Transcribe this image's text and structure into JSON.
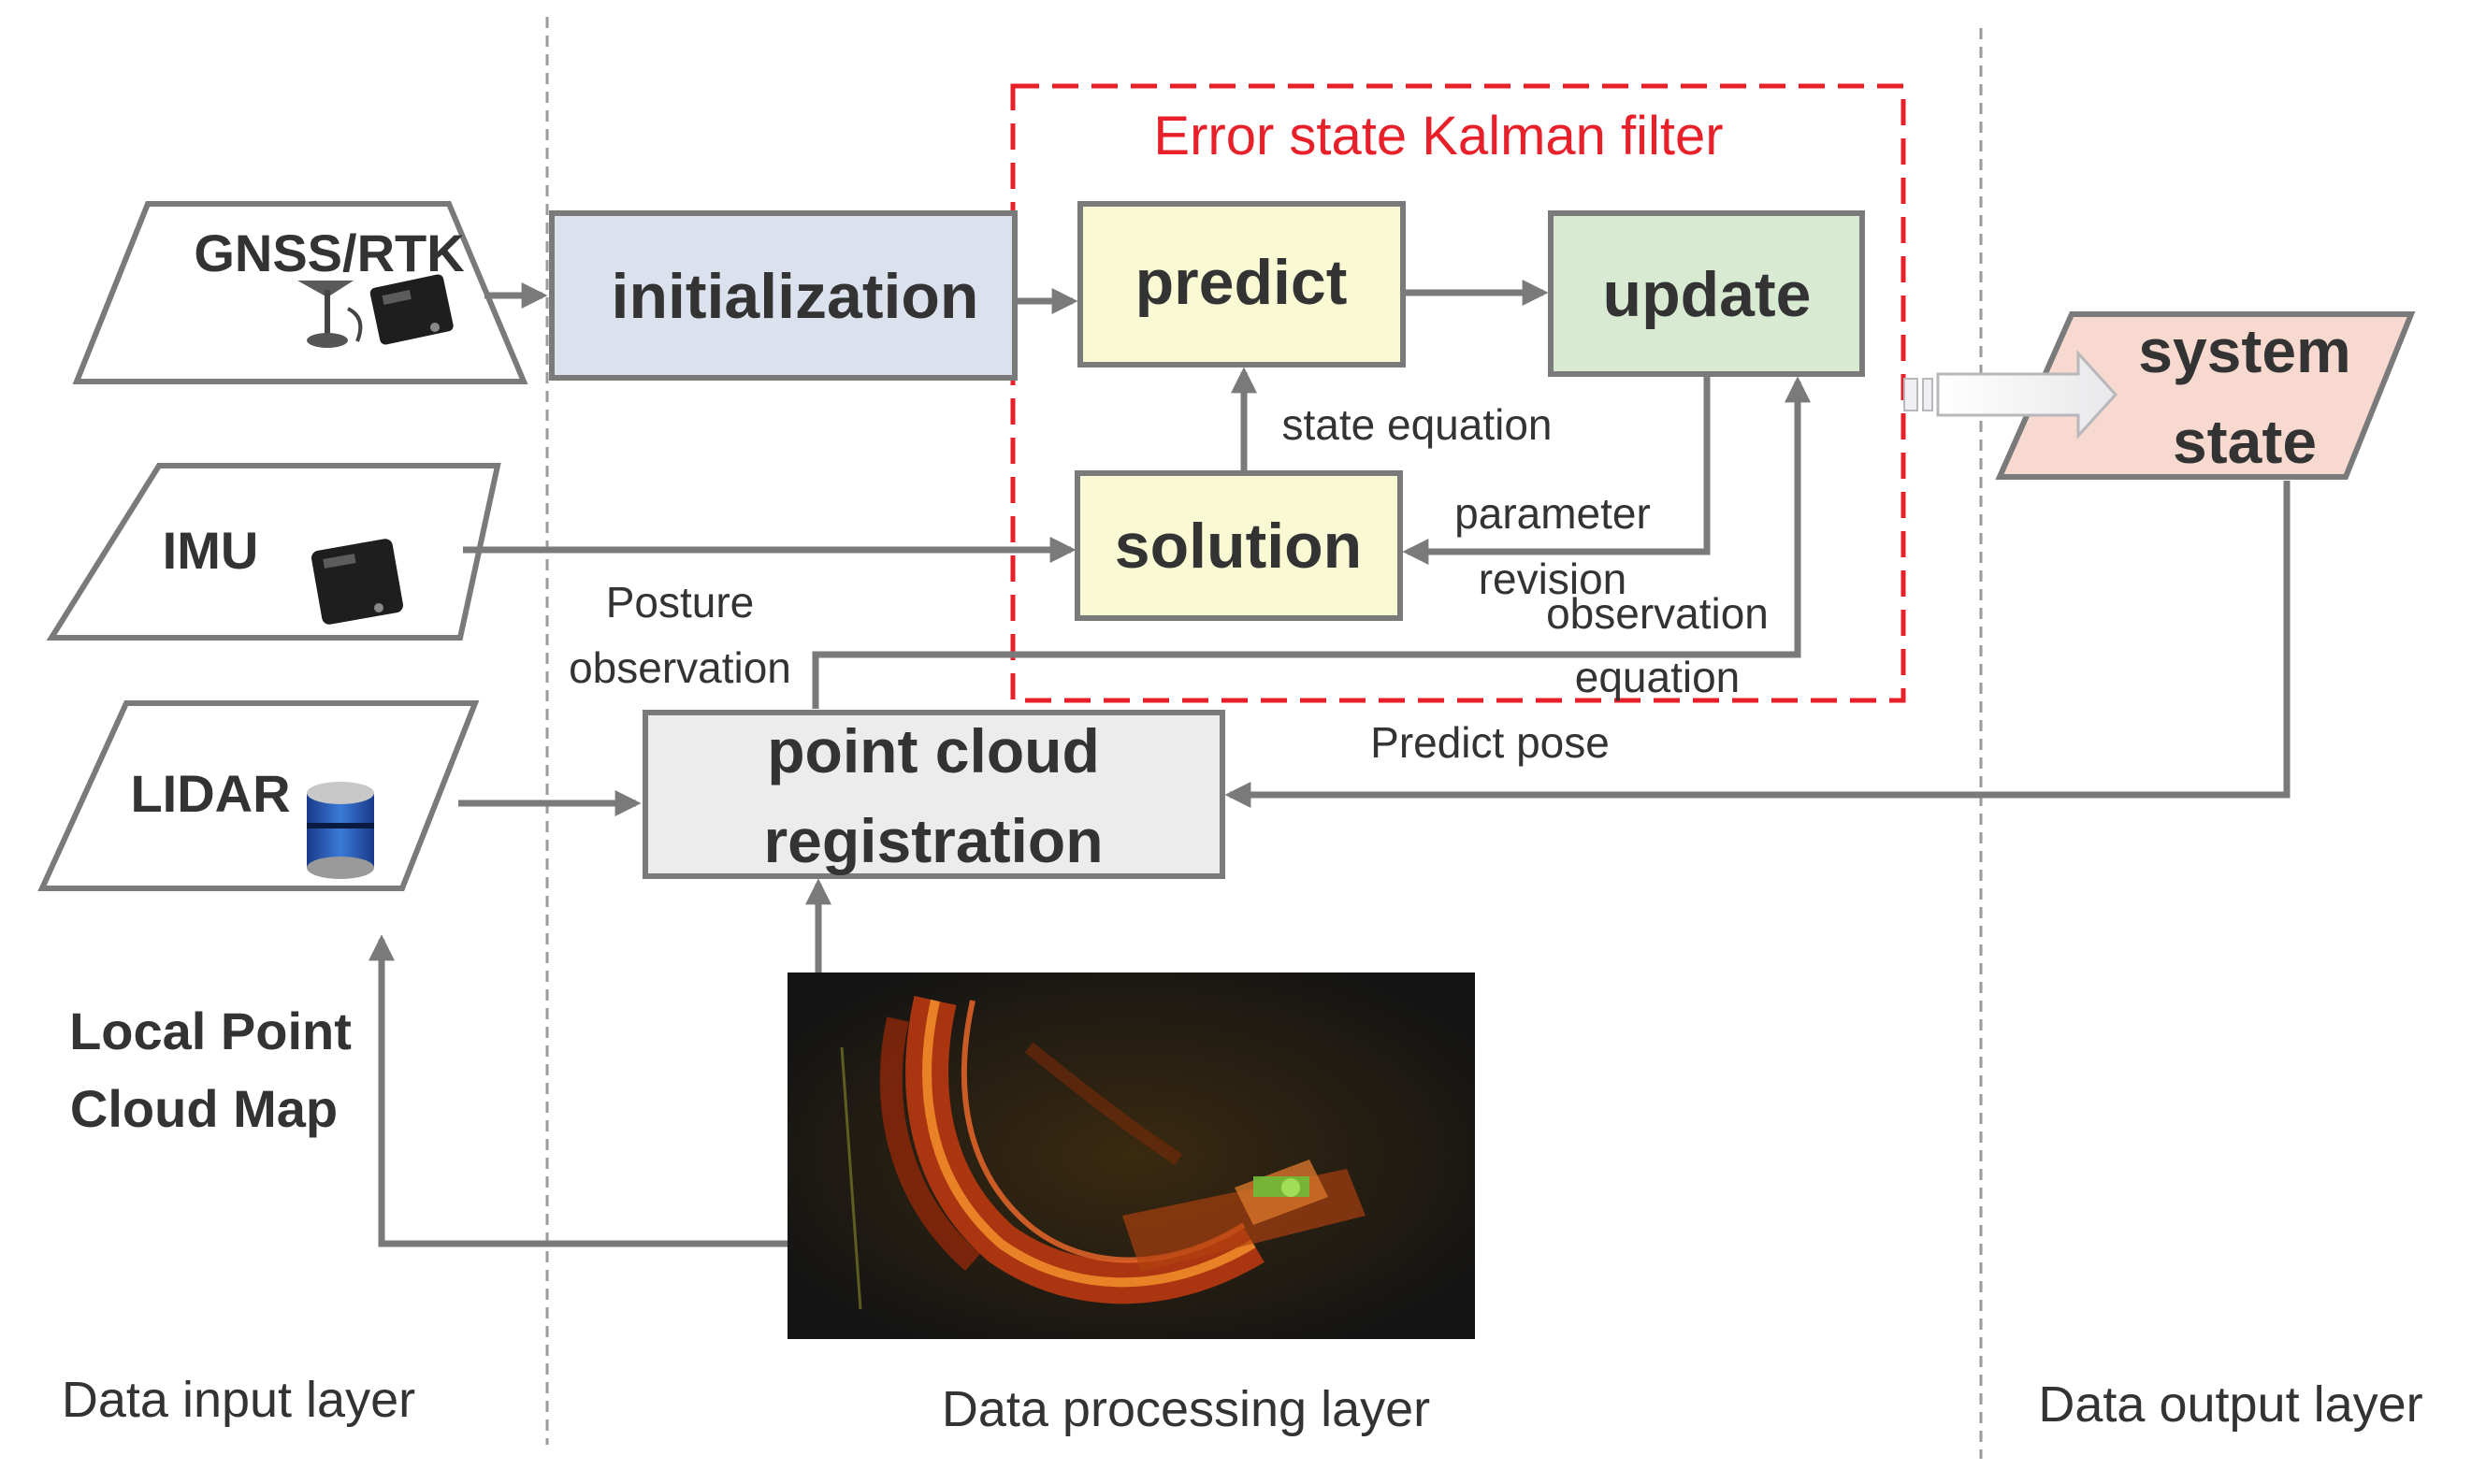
{
  "inputs": {
    "gnss": "GNSS/RTK",
    "imu": "IMU",
    "lidar": "LIDAR",
    "map_line1": "Local Point",
    "map_line2": "Cloud Map"
  },
  "ekf": {
    "title": "Error state Kalman filter"
  },
  "blocks": {
    "initialization": "initialization",
    "predict": "predict",
    "update": "update",
    "solution": "solution",
    "pcr_line1": "point cloud",
    "pcr_line2": "registration",
    "system_line1": "system",
    "system_line2": "state"
  },
  "edge_labels": {
    "state_equation": "state equation",
    "parameter": "parameter",
    "revision": "revision",
    "observation": "observation",
    "equation": "equation",
    "posture": "Posture",
    "posture_observation": "observation",
    "predict_pose": "Predict pose"
  },
  "layers": {
    "input": "Data input layer",
    "processing": "Data processing layer",
    "output": "Data output layer"
  },
  "colors": {
    "ekf_border": "#e8202a",
    "init_fill": "#dbe1ed",
    "predict_fill": "#f9f9d4",
    "update_fill": "#d9ead3",
    "system_fill": "#f7d9cf",
    "pcr_fill": "#ececec",
    "arrow": "#7a7a7a"
  }
}
